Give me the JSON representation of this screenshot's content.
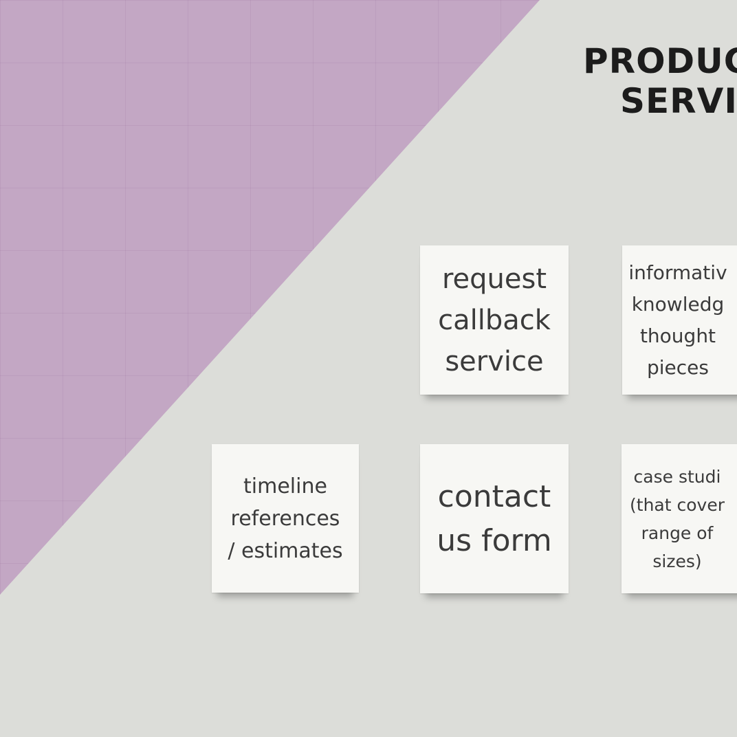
{
  "heading": {
    "line1": "PRODUC",
    "line2": "SERVI"
  },
  "notes": {
    "request_callback": "request\ncallback\nservice",
    "informative": "informativ\nknowledg\nthought\npieces",
    "timeline": "timeline\nreferences\n/ estimates",
    "contact": "contact\nus form",
    "case_studies": "case studi\n(that cover\nrange of\nsizes)"
  },
  "colors": {
    "purple": "#c3a7c4",
    "background": "#dcddd9",
    "note": "#f7f7f4"
  }
}
